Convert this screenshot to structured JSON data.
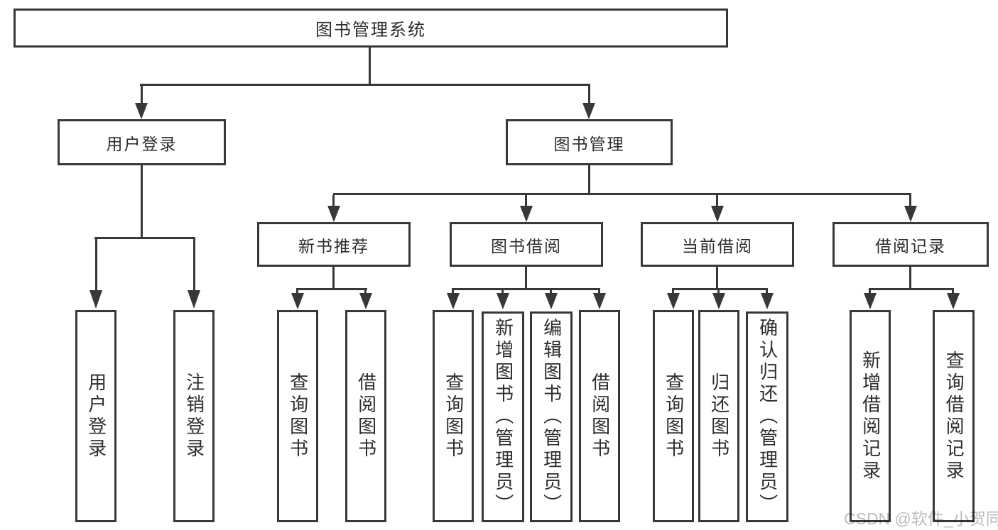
{
  "diagram": {
    "title": "图书管理系统",
    "colors": {
      "line": "#383838",
      "text": "#2d2d2d",
      "background": "#ffffff",
      "watermark": "#bcbcbc"
    },
    "user_login": {
      "label": "用户登录",
      "children": [
        {
          "label": "用户登录"
        },
        {
          "label": "注销登录"
        }
      ]
    },
    "book_management": {
      "label": "图书管理",
      "sections": [
        {
          "label": "新书推荐",
          "children": [
            {
              "label": "查询图书"
            },
            {
              "label": "借阅图书"
            }
          ]
        },
        {
          "label": "图书借阅",
          "children": [
            {
              "label": "查询图书"
            },
            {
              "label": "新增图书（管理员）"
            },
            {
              "label": "编辑图书（管理员）"
            },
            {
              "label": "借阅图书"
            }
          ]
        },
        {
          "label": "当前借阅",
          "children": [
            {
              "label": "查询图书"
            },
            {
              "label": "归还图书"
            },
            {
              "label": "确认归还（管理员）"
            }
          ]
        },
        {
          "label": "借阅记录",
          "children": [
            {
              "label": "新增借阅记录"
            },
            {
              "label": "查询借阅记录"
            }
          ]
        }
      ]
    },
    "watermark": {
      "text": "CSDN @软件_小贺同学"
    }
  }
}
